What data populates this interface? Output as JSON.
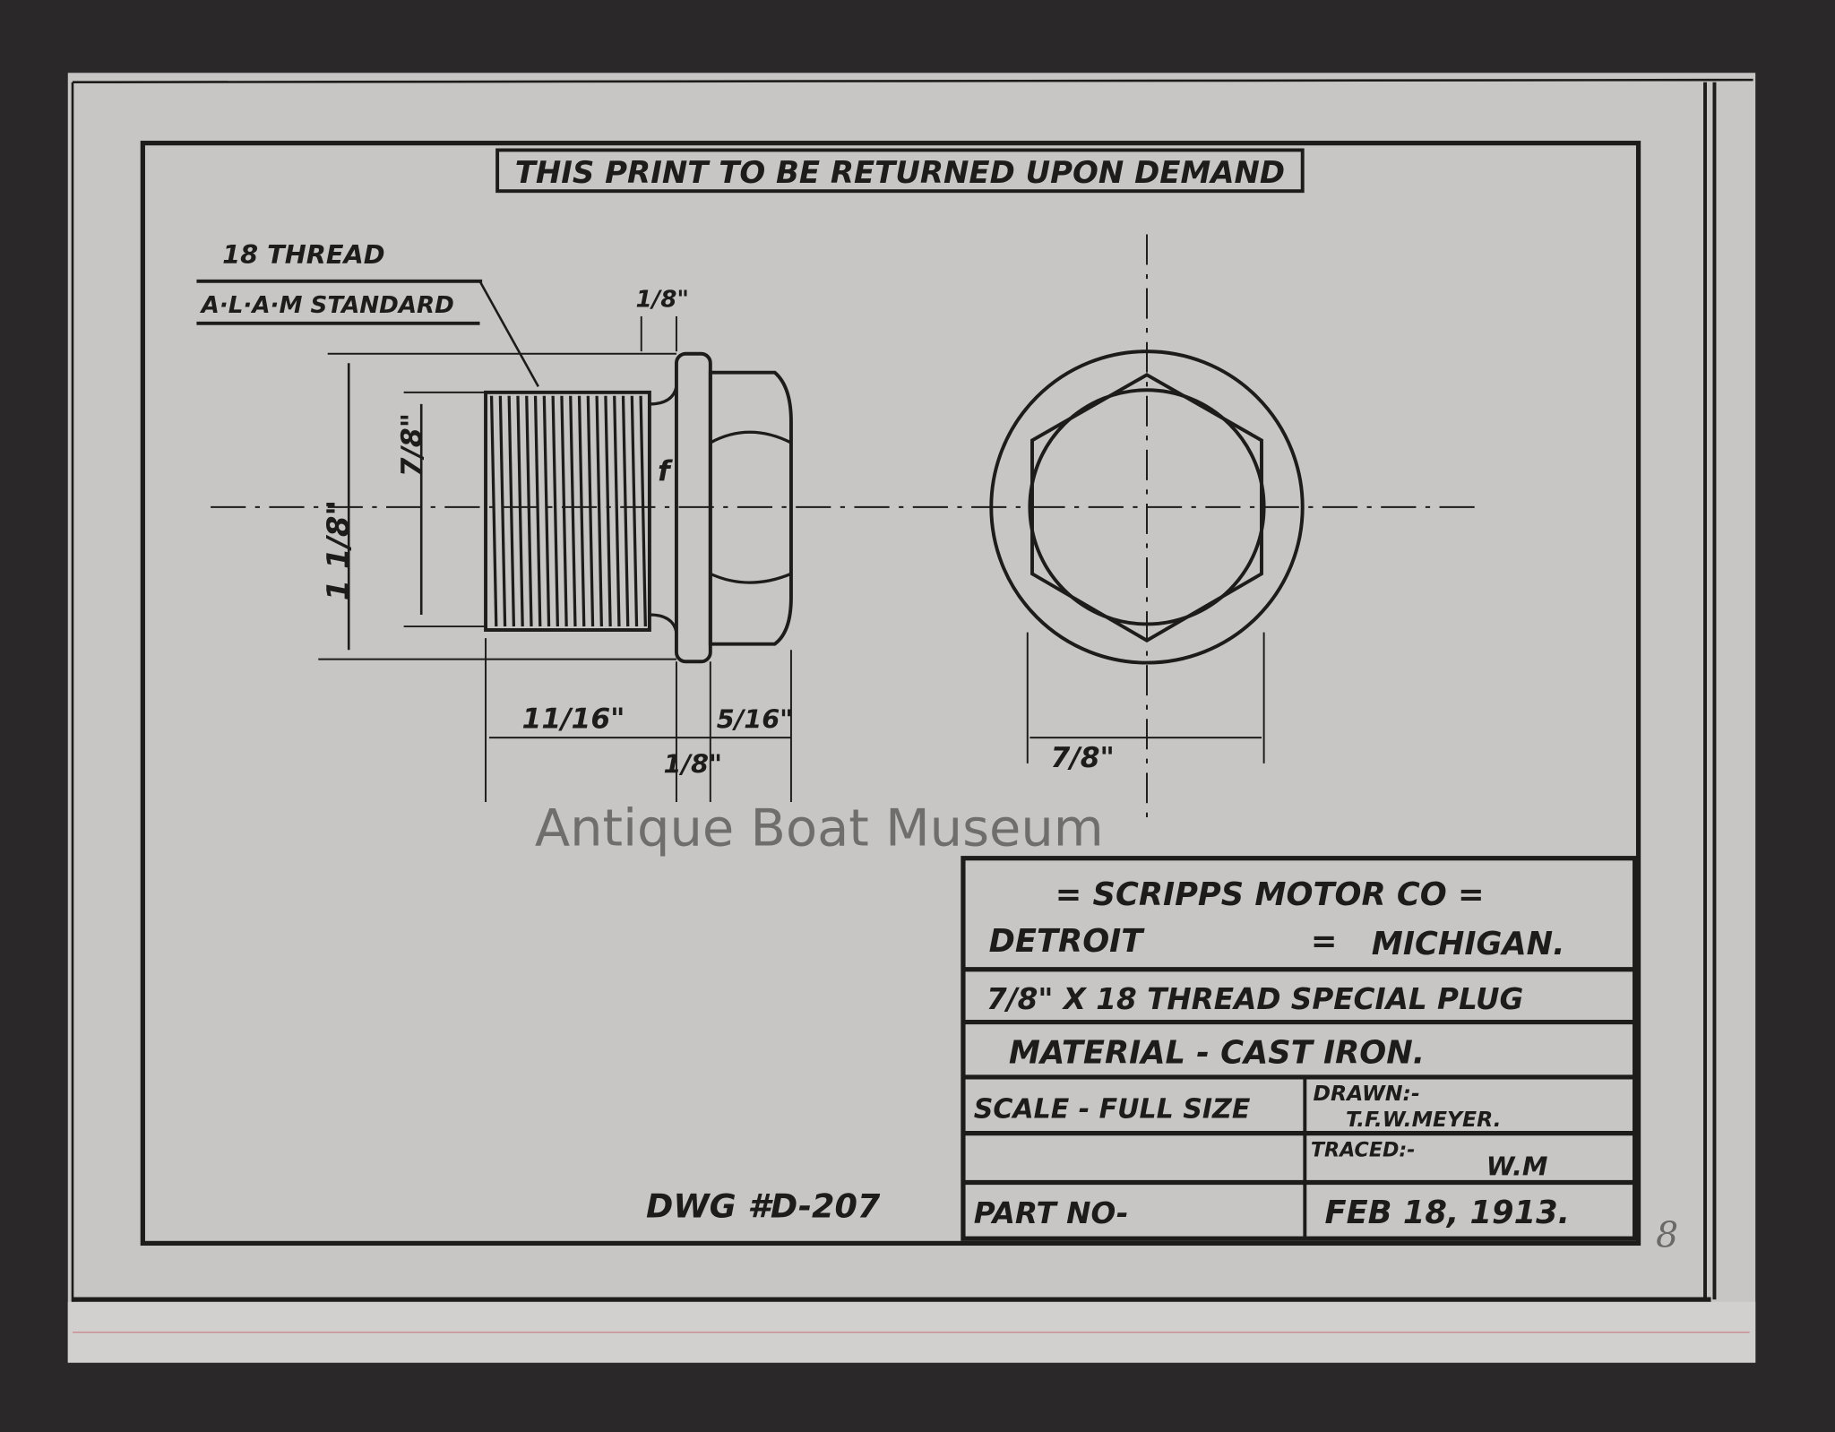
{
  "header_notice": "THIS PRINT TO BE RETURNED UPON DEMAND",
  "callout": {
    "line1": "18 THREAD",
    "line2": "A·L·A·M STANDARD"
  },
  "dimensions": {
    "flange_thickness": "1/8\"",
    "thread_dia": "7/8\"",
    "overall_dia": "1 1/8\"",
    "thread_length": "11/16\"",
    "flange_length": "1/8\"",
    "hex_length": "5/16\"",
    "hex_width": "7/8\"",
    "fillet_mark": "f"
  },
  "watermark": "Antique Boat Museum",
  "drawing_number": "DWG #D-207",
  "title_block": {
    "company": "= SCRIPPS MOTOR CO =",
    "city": "DETROIT",
    "separator": "=",
    "state": "MICHIGAN.",
    "part_title": "7/8\" X 18 THREAD SPECIAL PLUG",
    "material": "MATERIAL - CAST IRON.",
    "scale": "SCALE - FULL SIZE",
    "drawn_label": "DRAWN:-",
    "drawn_by": "T.F.W.MEYER.",
    "traced_label": "TRACED:-",
    "traced_by": "W.M",
    "part_no_label": "PART NO-",
    "date": "FEB 18, 1913."
  },
  "margin_mark": "8",
  "colors": {
    "paper": "#c8c6c4",
    "ink": "#1e1c1b",
    "background": "#2a2829"
  }
}
